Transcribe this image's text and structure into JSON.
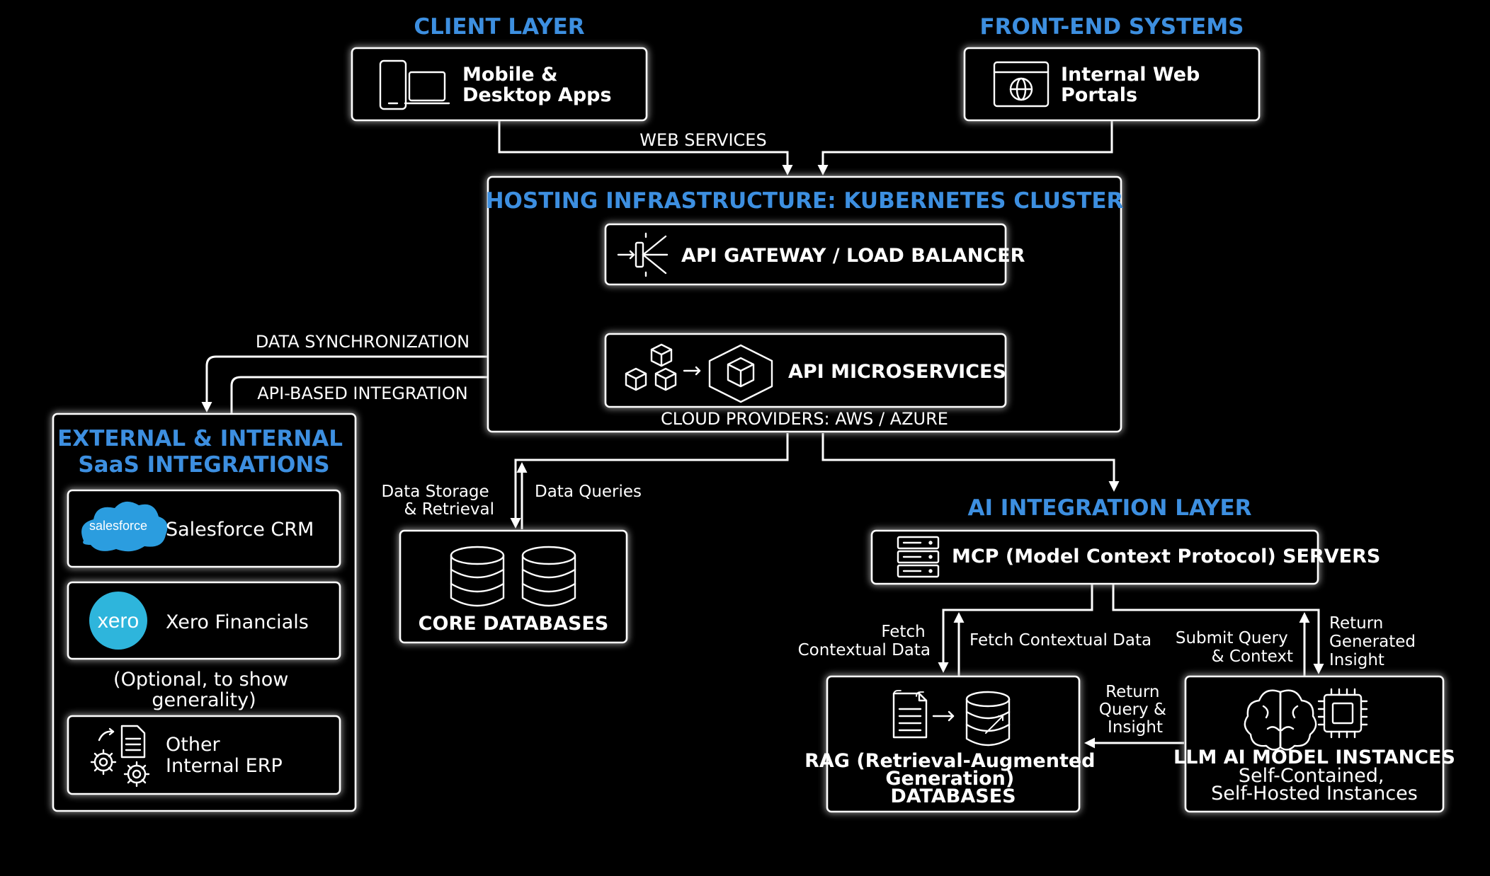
{
  "sections": {
    "client_layer": "CLIENT LAYER",
    "front_end": "FRONT-END SYSTEMS",
    "hosting": "HOSTING INFRASTRUCTURE: KUBERNETES CLUSTER",
    "saas": [
      "EXTERNAL & INTERNAL",
      "SaaS INTEGRATIONS"
    ],
    "ai_layer": "AI INTEGRATION LAYER"
  },
  "boxes": {
    "mobile_apps": [
      "Mobile &",
      "Desktop Apps"
    ],
    "web_portals": [
      "Internal Web",
      "Portals"
    ],
    "api_gateway": "API GATEWAY / LOAD BALANCER",
    "api_microservices": "API MICROSERVICES",
    "cloud_providers": "CLOUD PROVIDERS: AWS / AZURE",
    "salesforce": "Salesforce CRM",
    "salesforce_logo": "salesforce",
    "xero": "Xero Financials",
    "xero_logo": "xero",
    "optional_note": [
      "(Optional, to show",
      "generality)"
    ],
    "other_erp": [
      "Other",
      "Internal ERP"
    ],
    "core_databases": "CORE DATABASES",
    "mcp_servers": "MCP (Model Context Protocol) SERVERS",
    "rag": [
      "RAG (Retrieval-Augmented",
      "Generation)",
      "DATABASES"
    ],
    "llm": [
      "LLM AI MODEL INSTANCES",
      "Self-Contained,",
      "Self-Hosted Instances"
    ]
  },
  "connectors": {
    "web_services": "WEB SERVICES",
    "data_sync": "DATA SYNCHRONIZATION",
    "api_integration": "API-BASED INTEGRATION",
    "data_storage": [
      "Data Storage",
      "& Retrieval"
    ],
    "data_queries": "Data Queries",
    "fetch_context_left": [
      "Fetch",
      "Contextual Data"
    ],
    "fetch_context_right": "Fetch Contextual Data",
    "submit_query": [
      "Submit Query",
      "& Context"
    ],
    "return_insight": [
      "Return",
      "Generated",
      "Insight"
    ],
    "return_query": [
      "Return",
      "Query &",
      "Insight"
    ]
  },
  "icons": {
    "mobile_apps": "devices-icon",
    "web_portals": "browser-globe-icon",
    "api_gateway": "load-balancer-icon",
    "api_microservices": "cubes-icon",
    "salesforce": "salesforce-cloud-logo",
    "xero": "xero-logo",
    "other_erp": "document-gears-icon",
    "core_databases": "database-icon",
    "mcp_servers": "server-rack-icon",
    "rag": "document-database-icon",
    "llm": "brain-chip-icon"
  },
  "colors": {
    "background": "#000000",
    "title_blue": "#3d8fe0",
    "box_stroke": "#ffffff",
    "glow": "#5aa9ff",
    "salesforce": "#2b9ddf",
    "xero": "#2eb5dc"
  }
}
